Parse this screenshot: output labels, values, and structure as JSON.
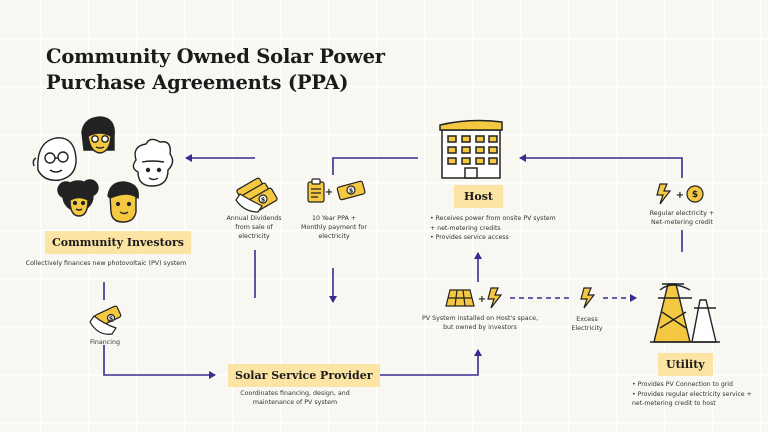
{
  "title": {
    "line1": "Community Owned Solar Power",
    "line2": "Purchase Agreements (PPA)"
  },
  "nodes": {
    "investors": {
      "label": "Community Investors",
      "description": "Collectively finances new photovoltaic (PV) system"
    },
    "provider": {
      "label": "Solar Service Provider",
      "description_line1": "Coordinates financing, design, and",
      "description_line2": "maintenance of PV system"
    },
    "host": {
      "label": "Host",
      "bullets": [
        "Receives power from onsite PV system + net-metering credits",
        "Provides service access"
      ]
    },
    "utility": {
      "label": "Utility",
      "bullets": [
        "Provides PV Connection to grid",
        "Provides regular electricity service + net-metering credit to host"
      ]
    }
  },
  "flows": {
    "dividends": {
      "line1": "Annual Dividends",
      "line2": "from sale of",
      "line3": "electricity"
    },
    "ppa": {
      "line1": "10 Year PPA +",
      "line2": "Monthly payment for",
      "line3": "electricity"
    },
    "financing": {
      "line1": "Financing"
    },
    "pv_system": {
      "line1": "PV System installed on Host's space,",
      "line2": "but owned by investors"
    },
    "excess": {
      "line1": "Excess",
      "line2": "Electricity"
    },
    "regular": {
      "line1": "Regular electricity +",
      "line2": "Net-metering credit"
    }
  },
  "icons": {
    "plus_glyph": "+",
    "dollar_glyph": "$"
  },
  "colors": {
    "accent_label": "#fbe4a4",
    "arrow": "#3b2b8f",
    "icon_yellow": "#f5c842"
  }
}
